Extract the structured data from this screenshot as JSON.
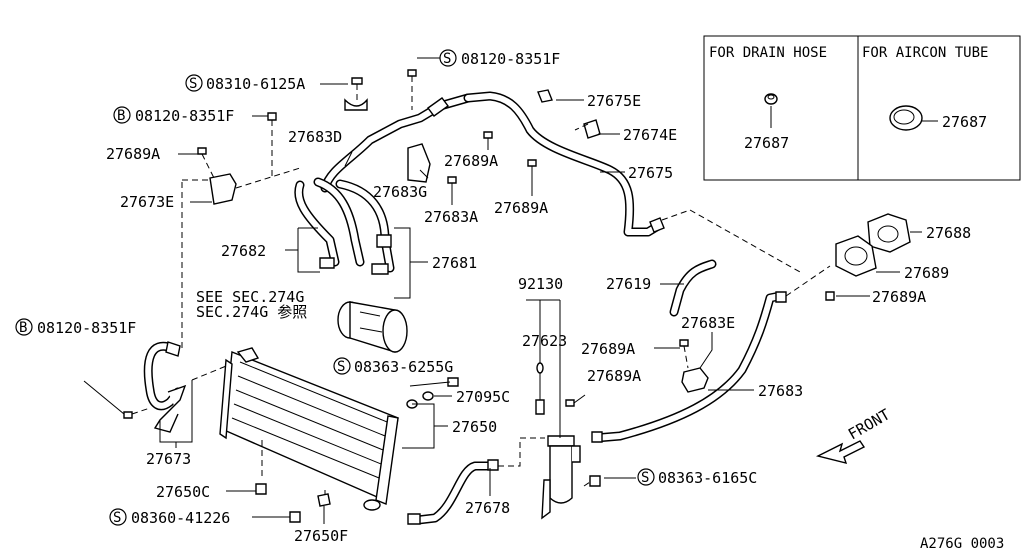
{
  "legend": {
    "drain_hose_title": "FOR DRAIN HOSE",
    "aircon_tube_title": "FOR AIRCON TUBE",
    "drain_part": "27687",
    "aircon_part": "27687"
  },
  "labels": {
    "p_08310_6125A": "08310-6125A",
    "p_08120_8351F_top": "08120-8351F",
    "p_08120_8351F_left": "08120-8351F",
    "p_08120_8351F_low": "08120-8351F",
    "p_27689A_1": "27689A",
    "p_27673E": "27673E",
    "p_27683D": "27683D",
    "p_27683G": "27683G",
    "p_27683A": "27683A",
    "p_27689A_2": "27689A",
    "p_27689A_3": "27689A",
    "p_27675E": "27675E",
    "p_27674E": "27674E",
    "p_27675": "27675",
    "p_27682": "27682",
    "p_27681": "27681",
    "see_sec_1": "SEE SEC.274G",
    "see_sec_2": "SEC.274G 参照",
    "p_92130": "92130",
    "p_27619": "27619",
    "p_27623": "27623",
    "p_27689A_4": "27689A",
    "p_27689A_5": "27689A",
    "p_27683E": "27683E",
    "p_27683": "27683",
    "p_27688": "27688",
    "p_27689": "27689",
    "p_27689A_6": "27689A",
    "p_08363_6255G": "08363-6255G",
    "p_27095C": "27095C",
    "p_27650": "27650",
    "p_27673": "27673",
    "p_27650C": "27650C",
    "p_08360_41226": "08360-41226",
    "p_27650F": "27650F",
    "p_27678": "27678",
    "p_08363_6165C": "08363-6165C",
    "front": "FRONT",
    "diagram_code": "A276G 0003"
  },
  "symbols": {
    "S": "S",
    "B": "B"
  }
}
